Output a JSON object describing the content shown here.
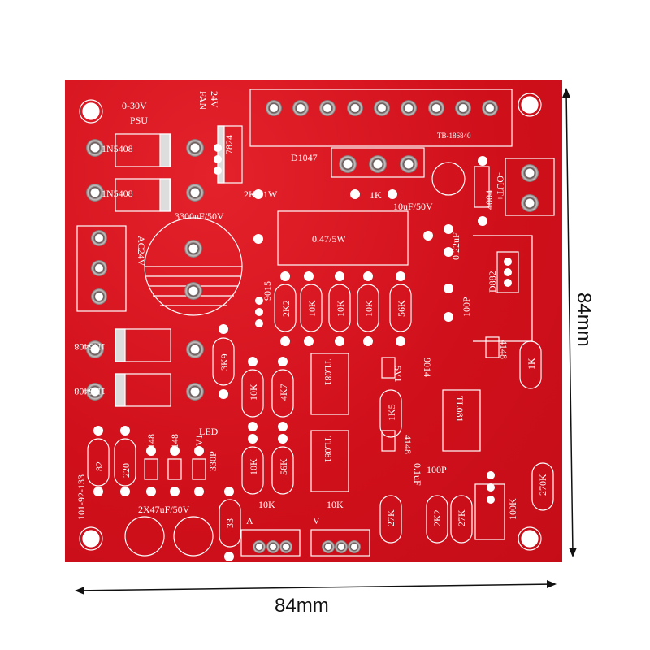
{
  "image": {
    "subject": "Red PCB board for 0-30V adjustable power supply kit",
    "board_color": "#d8111e",
    "silkscreen_color": "#ffffff"
  },
  "dimensions": {
    "width_label": "84mm",
    "height_label": "84mm"
  },
  "silkscreen": {
    "title": "0-30V",
    "subtitle": "PSU",
    "fan": "FAN",
    "fan_voltage": "24V",
    "fan_minus": "-",
    "fan_plus": "+",
    "regulator": "7824",
    "diodes_top": [
      "1N5408",
      "1N5408"
    ],
    "diodes_bottom": [
      "1N5408",
      "1N5408"
    ],
    "main_cap": "3300uF/50V",
    "resistor_2k2_1w": "2K2/1W",
    "transistor_d1047": "D1047",
    "terminal_code": "TB-186840",
    "resistor_1k_top": "1K",
    "cap_10uf": "10uF/50V",
    "diode_4004": "4004",
    "output": "-OUT+",
    "ac_input": "AC24V",
    "shunt": "0.47/5W",
    "cap_022": "0.22uF",
    "transistor_d882": "D882",
    "transistor_9015": "9015",
    "resistor_row": [
      "2K2",
      "10K",
      "10K",
      "10K",
      "56K"
    ],
    "cap_100p_top": "100P",
    "resistor_3k9": "3K9",
    "resistor_10k_a": "10K",
    "resistor_4k7": "4K7",
    "ic_labels": [
      "TL081",
      "TL081",
      "TL081"
    ],
    "zener_5v1_mid": "5V1",
    "transistor_9014": "9014",
    "diode_4148_right": "4148",
    "resistor_1k_right": "1K",
    "resistor_1k5": "1K5",
    "diode_4148_mid": "4148",
    "led": "LED",
    "left_resistors": [
      "82",
      "220"
    ],
    "left_diodes": [
      "4148",
      "4148",
      "5V1"
    ],
    "cap_330p": "330P",
    "resistor_10k_b": "10K",
    "resistor_56k_b": "56K",
    "board_id": "101-92-133",
    "caps_47": "2X47uF/50V",
    "resistor_33": "33",
    "pot_a_label": "A",
    "pot_a_value": "10K",
    "pot_v_label": "V",
    "pot_v_value": "10K",
    "cap_01": "0.1uF",
    "cap_100p_bottom": "100P",
    "bottom_resistors": [
      "27K",
      "2K2",
      "27K"
    ],
    "trimmer": "100K",
    "resistor_270k": "270K"
  }
}
